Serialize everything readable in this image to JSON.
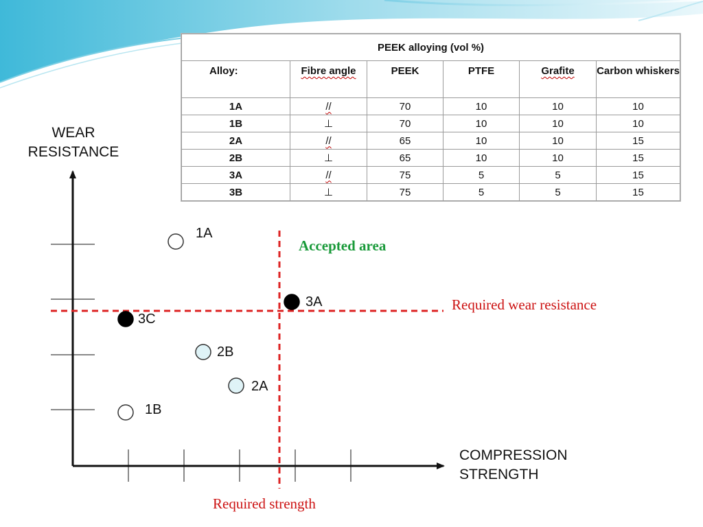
{
  "table": {
    "title": "PEEK alloying (vol %)",
    "headers": [
      "Alloy:",
      "Fibre angle",
      "PEEK",
      "PTFE",
      "Grafite",
      "Carbon whiskers"
    ],
    "rows": [
      {
        "alloy": "1A",
        "angle": "//",
        "peek": "70",
        "ptfe": "10",
        "grafite": "10",
        "carbon": "10"
      },
      {
        "alloy": "1B",
        "angle": "⊥",
        "peek": "70",
        "ptfe": "10",
        "grafite": "10",
        "carbon": "10"
      },
      {
        "alloy": "2A",
        "angle": "//",
        "peek": "65",
        "ptfe": "10",
        "grafite": "10",
        "carbon": "15"
      },
      {
        "alloy": "2B",
        "angle": "⊥",
        "peek": "65",
        "ptfe": "10",
        "grafite": "10",
        "carbon": "15"
      },
      {
        "alloy": "3A",
        "angle": "//",
        "peek": "75",
        "ptfe": "5",
        "grafite": "5",
        "carbon": "15"
      },
      {
        "alloy": "3B",
        "angle": "⊥",
        "peek": "75",
        "ptfe": "5",
        "grafite": "5",
        "carbon": "15"
      }
    ]
  },
  "diagram": {
    "y_axis_label_line1": "WEAR",
    "y_axis_label_line2": "RESISTANCE",
    "x_axis_label_line1": "COMPRESSION",
    "x_axis_label_line2": "STRENGTH",
    "accepted_area": "Accepted area",
    "required_wear": "Required wear resistance",
    "required_strength": "Required strength",
    "points": [
      {
        "label": "1A",
        "style": "hollow"
      },
      {
        "label": "3A",
        "style": "filled-black"
      },
      {
        "label": "3C",
        "style": "filled-black"
      },
      {
        "label": "2B",
        "style": "light-blue"
      },
      {
        "label": "2A",
        "style": "light-blue"
      },
      {
        "label": "1B",
        "style": "hollow"
      }
    ]
  },
  "colors": {
    "accepted": "#1a9a3a",
    "required": "#cc1111",
    "point_light": "#dff3f7",
    "dashed": "#dd2222"
  }
}
